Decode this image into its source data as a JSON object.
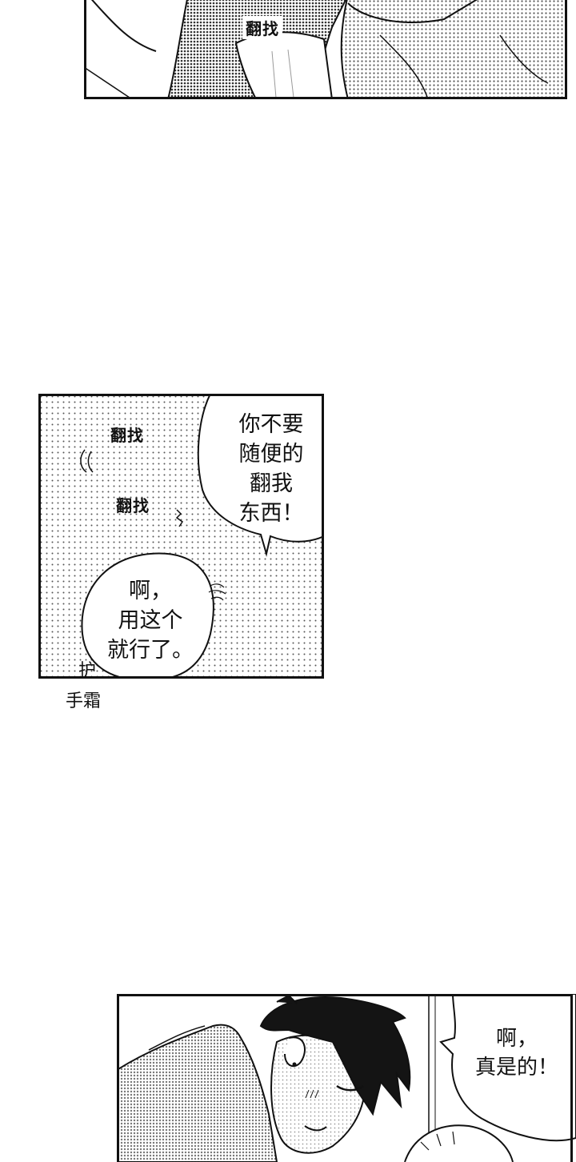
{
  "panel_top": {
    "sfx": "翻找"
  },
  "panel_middle": {
    "sfx_1": "翻找",
    "sfx_2": "翻找",
    "bubble_right": [
      "你不要",
      "随便的",
      "翻我",
      "东西！"
    ],
    "bubble_left": [
      "啊，",
      "用这个",
      "就行了。"
    ],
    "label_line1": "护",
    "label_line2": "手霜"
  },
  "panel_bottom": {
    "bubble": [
      "啊，",
      "真是的！"
    ]
  },
  "colors": {
    "ink": "#111111",
    "paper": "#ffffff",
    "hair": "#141414",
    "tone": "#8a8a8a"
  }
}
